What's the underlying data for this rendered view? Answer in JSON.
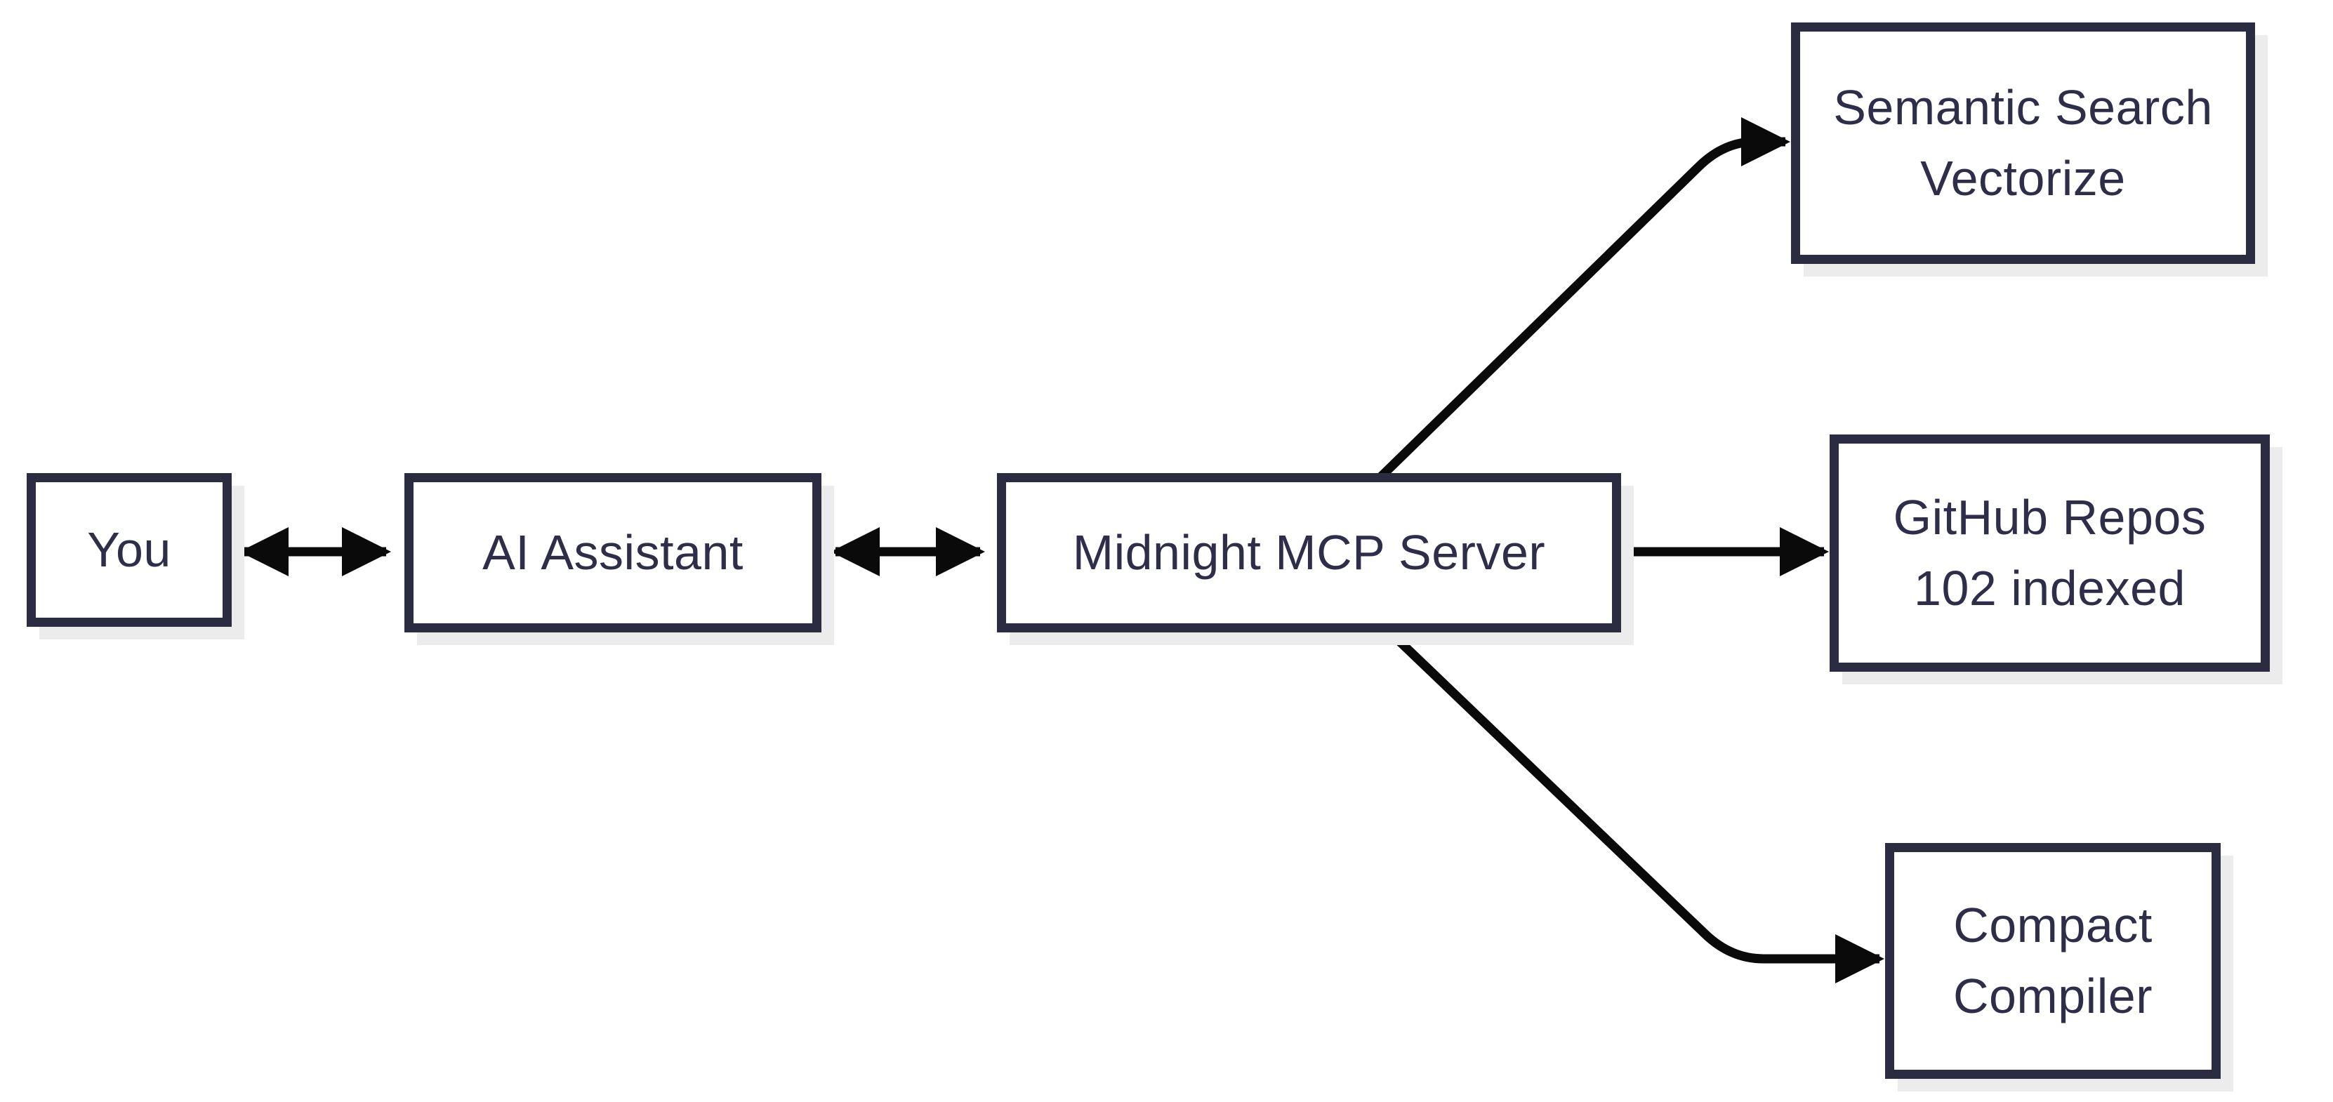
{
  "diagram": {
    "nodes": {
      "you": {
        "label": "You"
      },
      "assistant": {
        "label": "AI Assistant"
      },
      "server": {
        "label": "Midnight MCP Server"
      },
      "semantic": {
        "lines": [
          "Semantic Search",
          "Vectorize"
        ]
      },
      "github": {
        "lines": [
          "GitHub Repos",
          "102 indexed"
        ]
      },
      "compiler": {
        "lines": [
          "Compact",
          "Compiler"
        ]
      }
    },
    "edges": [
      {
        "from": "you",
        "to": "assistant",
        "direction": "bidirectional"
      },
      {
        "from": "assistant",
        "to": "server",
        "direction": "bidirectional"
      },
      {
        "from": "server",
        "to": "semantic",
        "direction": "forward"
      },
      {
        "from": "server",
        "to": "github",
        "direction": "forward"
      },
      {
        "from": "server",
        "to": "compiler",
        "direction": "forward"
      }
    ],
    "colors": {
      "background": "#ffffff",
      "node_border": "#2b2b42",
      "node_text": "#2e2e4a",
      "arrow": "#0a0a0a",
      "shadow": "#ececec"
    }
  }
}
